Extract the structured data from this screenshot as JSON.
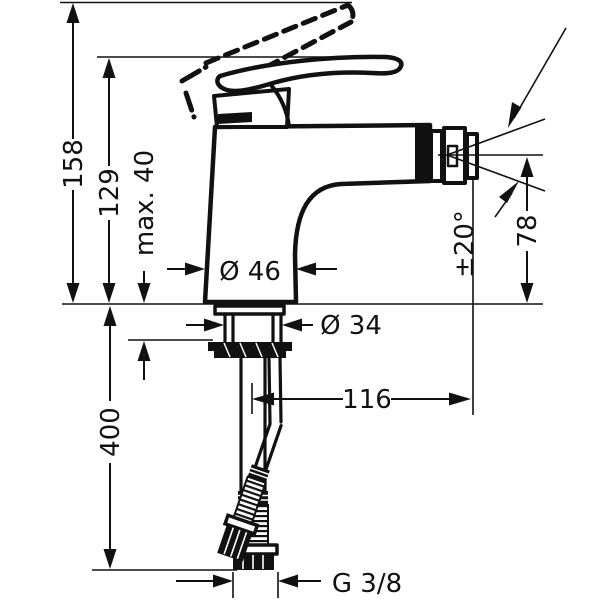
{
  "dimensions": {
    "total_height": "158",
    "spout_height": "129",
    "max_thickness": "max. 40",
    "hose_length": "400",
    "body_diameter": "Ø 46",
    "shank_diameter": "Ø 34",
    "spout_reach": "116",
    "outlet_height": "78",
    "spout_swivel": "±20°",
    "connection_thread": "G 3/8"
  }
}
